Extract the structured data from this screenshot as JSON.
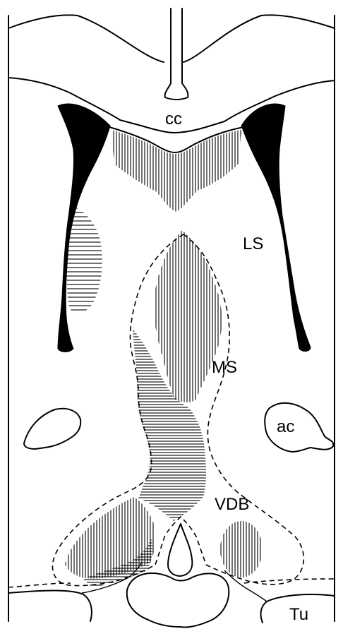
{
  "labels": {
    "cc": "cc",
    "ls": "LS",
    "ms": "MS",
    "ac": "ac",
    "vdb": "VDB",
    "tu": "Tu"
  },
  "colors": {
    "ink": "#000000",
    "paper": "#ffffff"
  }
}
